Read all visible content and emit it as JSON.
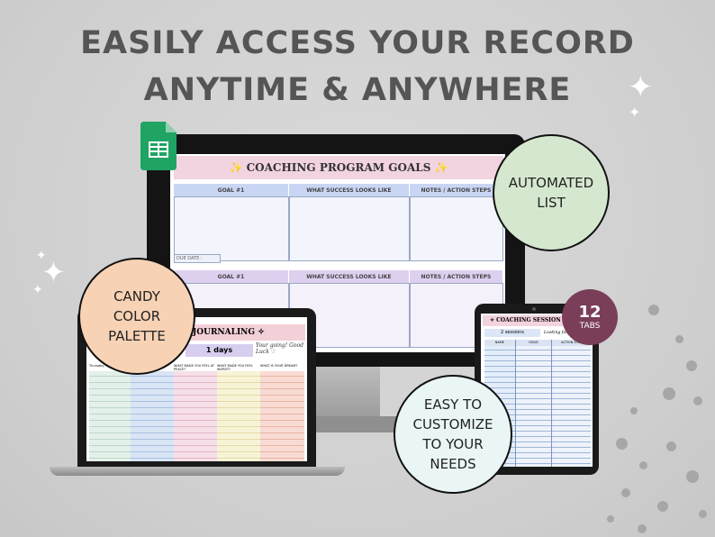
{
  "headline": {
    "line1": "EASILY ACCESS YOUR RECORD",
    "line2": "ANYTIME & ANYWHERE"
  },
  "monitor_sheet": {
    "title": "✨ COACHING PROGRAM GOALS ✨",
    "headers": [
      "GOAL #1",
      "WHAT SUCCESS LOOKS LIKE",
      "NOTES / ACTION STEPS"
    ],
    "due_date_label": "DUE DATE :"
  },
  "laptop_sheet": {
    "title": "JOURNALING ✧",
    "days": "1 days",
    "quote": "Your going! Good Luck ♡",
    "headers": [
      "Thursday, 17 12/2024",
      "",
      "WHAT MADE YOU FEEL AT PEACE?",
      "WHAT MADE YOU FEEL WORST?",
      "WHAT IS YOUR DREAM?"
    ]
  },
  "tablet_sheet": {
    "title": "✧ COACHING SESSION LO",
    "sessions": "2 sessions",
    "quote": "Looking forward",
    "headers": [
      "NAME",
      "ISSUE",
      "ACTION STEP"
    ]
  },
  "bubbles": {
    "automated": "AUTOMATED LIST",
    "candy": "CANDY COLOR PALETTE",
    "customize": "EASY TO CUSTOMIZE TO YOUR NEEDS"
  },
  "tabs_badge": {
    "number": "12",
    "label": "TABS"
  },
  "colors": {
    "headline": "#555555",
    "automated_bubble": "#d5e8cf",
    "candy_bubble": "#f7d2b5",
    "customize_bubble": "#eaf6f6",
    "tabs_badge": "#7a3e58",
    "sheets_green": "#1fa463"
  }
}
